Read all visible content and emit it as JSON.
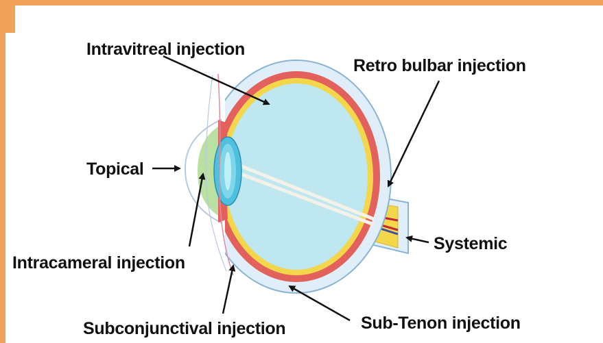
{
  "labels": {
    "intravitreal": "Intravitreal injection",
    "retrobulbar": "Retro bulbar injection",
    "topical": "Topical",
    "systemic": "Systemic",
    "intracameral": "Intracameral injection",
    "subconjunctival": "Subconjunctival injection",
    "subtenon": "Sub-Tenon injection"
  },
  "colors": {
    "frame": "#f0a15a",
    "sclera_outer": "#dfeef8",
    "sclera_line": "#8ab4d4",
    "choroid": "#e3615c",
    "retina": "#f3d64a",
    "vitreous": "#bfe7ef",
    "lens": "#4fc0dd",
    "cornea_fill": "#a9d98a",
    "optic_nerve": "#f3d64a",
    "vessel_red": "#c0283a",
    "vessel_blue": "#3a4fa8"
  }
}
